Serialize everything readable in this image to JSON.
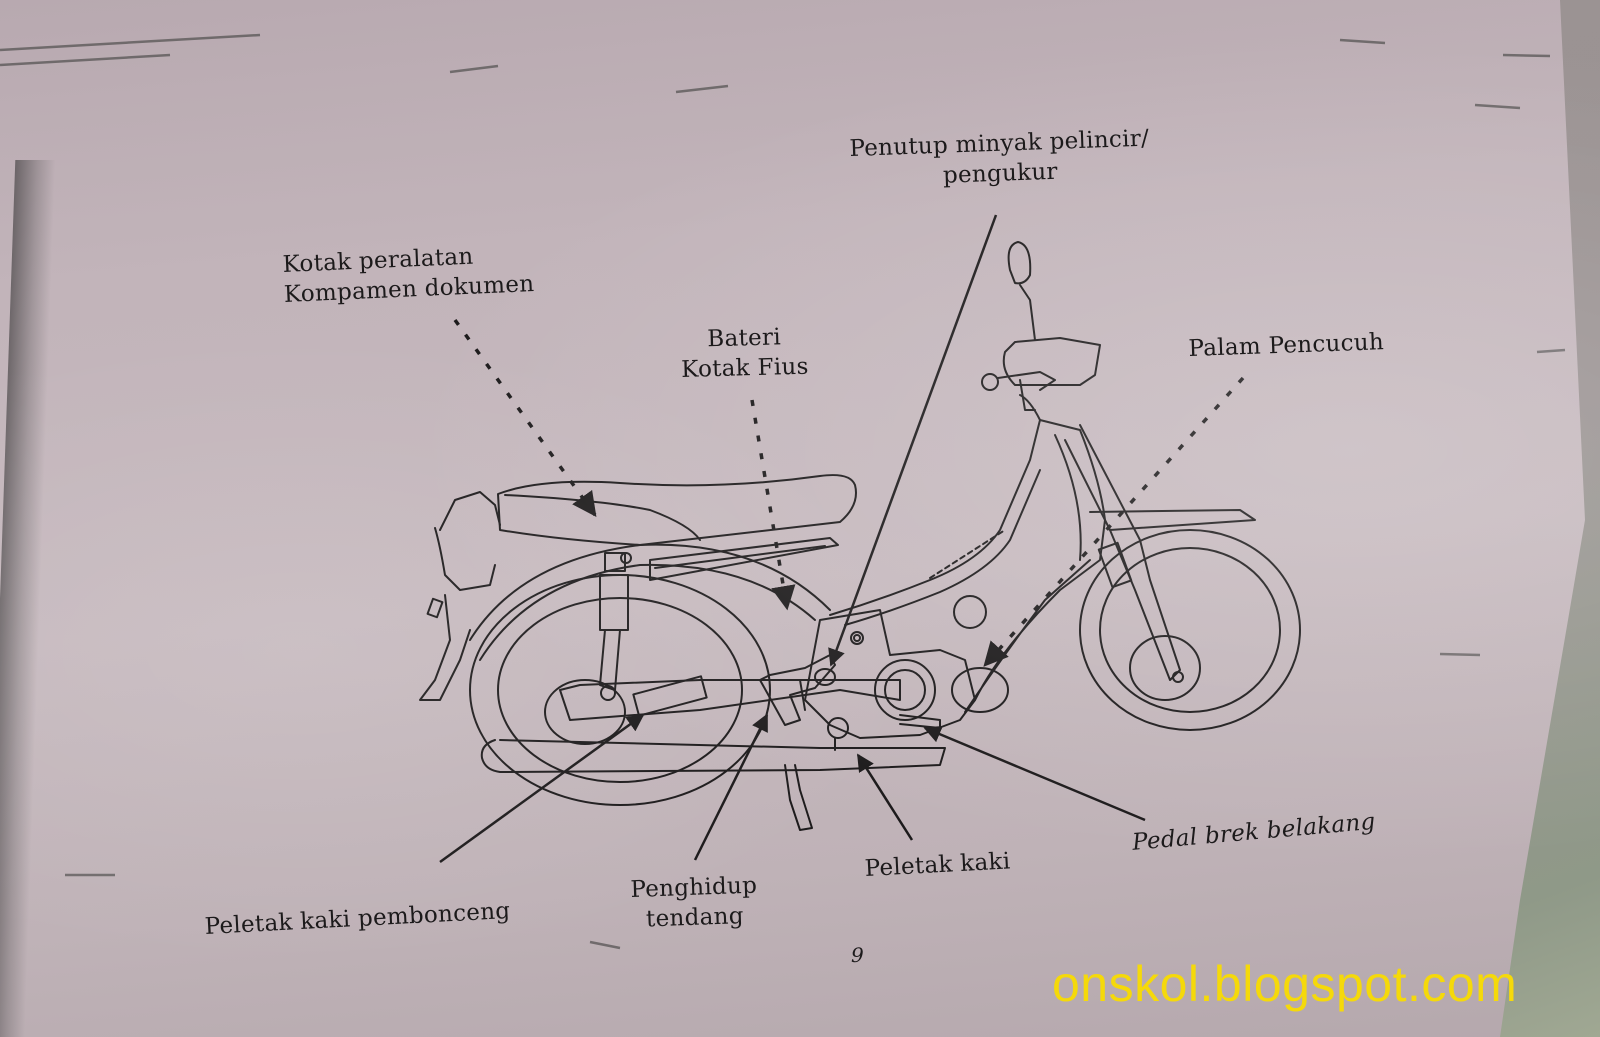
{
  "document": {
    "page_number": "9",
    "language": "Malay",
    "subject": "motorcycle parts location diagram"
  },
  "labels": {
    "tool_box": {
      "line1": "Kotak peralatan",
      "line2": "Kompamen dokumen"
    },
    "battery": {
      "line1": "Bateri",
      "line2": "Kotak Fius"
    },
    "oil_cap": {
      "line1": "Penutup minyak pelincir/",
      "line2": "pengukur"
    },
    "spark_plug": {
      "line1": "Palam Pencucuh"
    },
    "passenger_footrest": {
      "line1": "Peletak kaki pembonceng"
    },
    "kick_starter": {
      "line1": "Penghidup",
      "line2": "tendang"
    },
    "footrest": {
      "line1": "Peletak kaki"
    },
    "rear_brake_pedal": {
      "line1": "Pedal brek belakang"
    }
  },
  "watermark": "onskol.blogspot.com",
  "colors": {
    "paper": "#c2b4ba",
    "ink": "#1c1a1b",
    "watermark": "#f5d90a"
  }
}
